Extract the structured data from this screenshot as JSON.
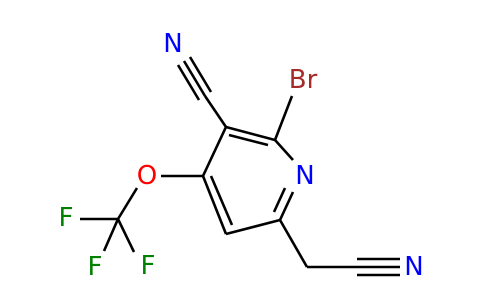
{
  "molecule": {
    "atoms": {
      "n_nitrile_top": {
        "label": "N",
        "color": "#0000ff"
      },
      "br": {
        "label": "Br",
        "color": "#a52a2a"
      },
      "n_ring": {
        "label": "N",
        "color": "#0000ff"
      },
      "o_ether": {
        "label": "O",
        "color": "#ff0000"
      },
      "f_left": {
        "label": "F",
        "color": "#008000"
      },
      "f_right": {
        "label": "F",
        "color": "#008000"
      },
      "f_bottom": {
        "label": "F",
        "color": "#008000"
      },
      "n_nitrile_side": {
        "label": "N",
        "color": "#0000ff"
      }
    },
    "bond_color": "#000000"
  }
}
